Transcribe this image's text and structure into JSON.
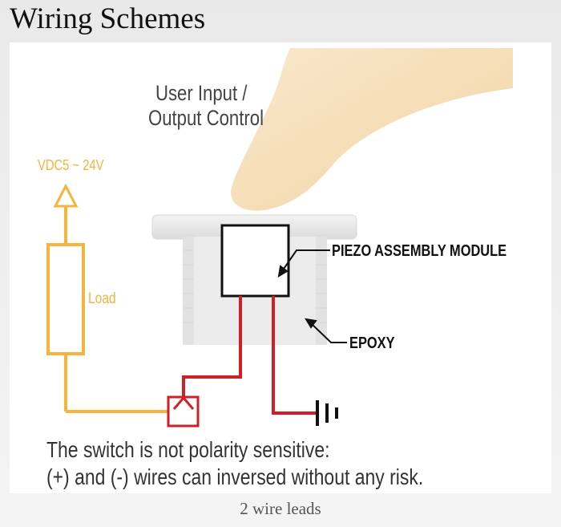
{
  "title": "Wiring Schemes",
  "caption": "2 wire leads",
  "diagram": {
    "user_input": [
      "User Input /",
      "Output Control"
    ],
    "voltage": "VDC5 ~ 24V",
    "load": "Load",
    "piezo": "PIEZO ASSEMBLY MODULE",
    "epoxy": "EPOXY",
    "note": [
      "The switch is not polarity sensitive:",
      "(+) and (-) wires can inversed without any risk."
    ]
  },
  "colors": {
    "wire_yellow": "#f6b33d",
    "wire_red": "#d11f26",
    "finger": "#f4d9ac"
  }
}
